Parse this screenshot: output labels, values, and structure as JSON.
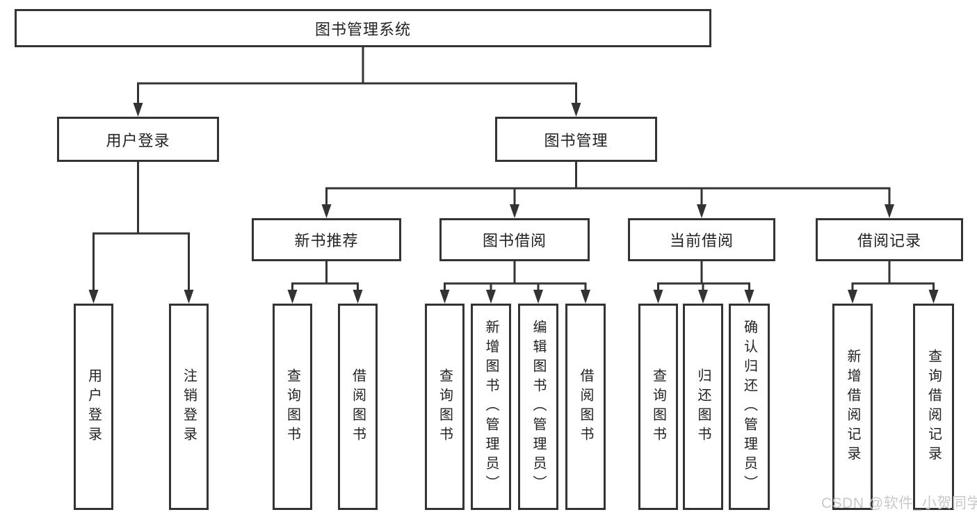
{
  "diagram_title": "图书管理系统",
  "tree": {
    "id": "system",
    "label": "图书管理系统",
    "children": [
      {
        "id": "user-login",
        "label": "用户登录",
        "children": [
          {
            "id": "login",
            "label": "用户登录"
          },
          {
            "id": "logout",
            "label": "注销登录"
          }
        ]
      },
      {
        "id": "book-mgmt",
        "label": "图书管理",
        "children": [
          {
            "id": "new-book-rec",
            "label": "新书推荐",
            "children": [
              {
                "id": "nbr-query",
                "label": "查询图书"
              },
              {
                "id": "nbr-borrow",
                "label": "借阅图书"
              }
            ]
          },
          {
            "id": "book-borrow",
            "label": "图书借阅",
            "children": [
              {
                "id": "bb-query",
                "label": "查询图书"
              },
              {
                "id": "bb-add",
                "label": "新增图书（管理员）"
              },
              {
                "id": "bb-edit",
                "label": "编辑图书（管理员）"
              },
              {
                "id": "bb-borrow",
                "label": "借阅图书"
              }
            ]
          },
          {
            "id": "current-borrow",
            "label": "当前借阅",
            "children": [
              {
                "id": "cb-query",
                "label": "查询图书"
              },
              {
                "id": "cb-return",
                "label": "归还图书"
              },
              {
                "id": "cb-confirm",
                "label": "确认归还（管理员）"
              }
            ]
          },
          {
            "id": "borrow-records",
            "label": "借阅记录",
            "children": [
              {
                "id": "br-add",
                "label": "新增借阅记录"
              },
              {
                "id": "br-query",
                "label": "查询借阅记录"
              }
            ]
          }
        ]
      }
    ]
  },
  "watermark": "CSDN @软件_小贺同学",
  "colors": {
    "line": "#333333",
    "box_border": "#333333",
    "text": "#222222",
    "watermark": "#c8c8c8",
    "background": "#ffffff"
  }
}
